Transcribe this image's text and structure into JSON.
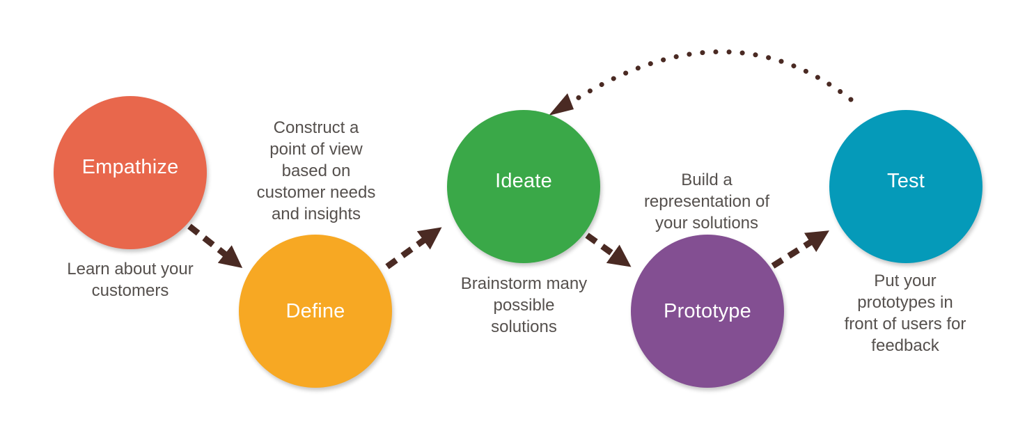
{
  "colors": {
    "empathize": "#e8674c",
    "define": "#f7a823",
    "ideate": "#3aa848",
    "prototype": "#834f92",
    "test": "#059ab9",
    "arrow": "#4a2a23"
  },
  "stages": [
    {
      "label": "Empathize",
      "description": "Learn about your\ncustomers"
    },
    {
      "label": "Define",
      "description": "Construct a\npoint of view\nbased on\ncustomer needs\nand insights"
    },
    {
      "label": "Ideate",
      "description": "Brainstorm many\npossible\nsolutions"
    },
    {
      "label": "Prototype",
      "description": "Build a\nrepresentation of\nyour solutions"
    },
    {
      "label": "Test",
      "description": "Put your\nprototypes in\nfront of users for\nfeedback"
    }
  ]
}
